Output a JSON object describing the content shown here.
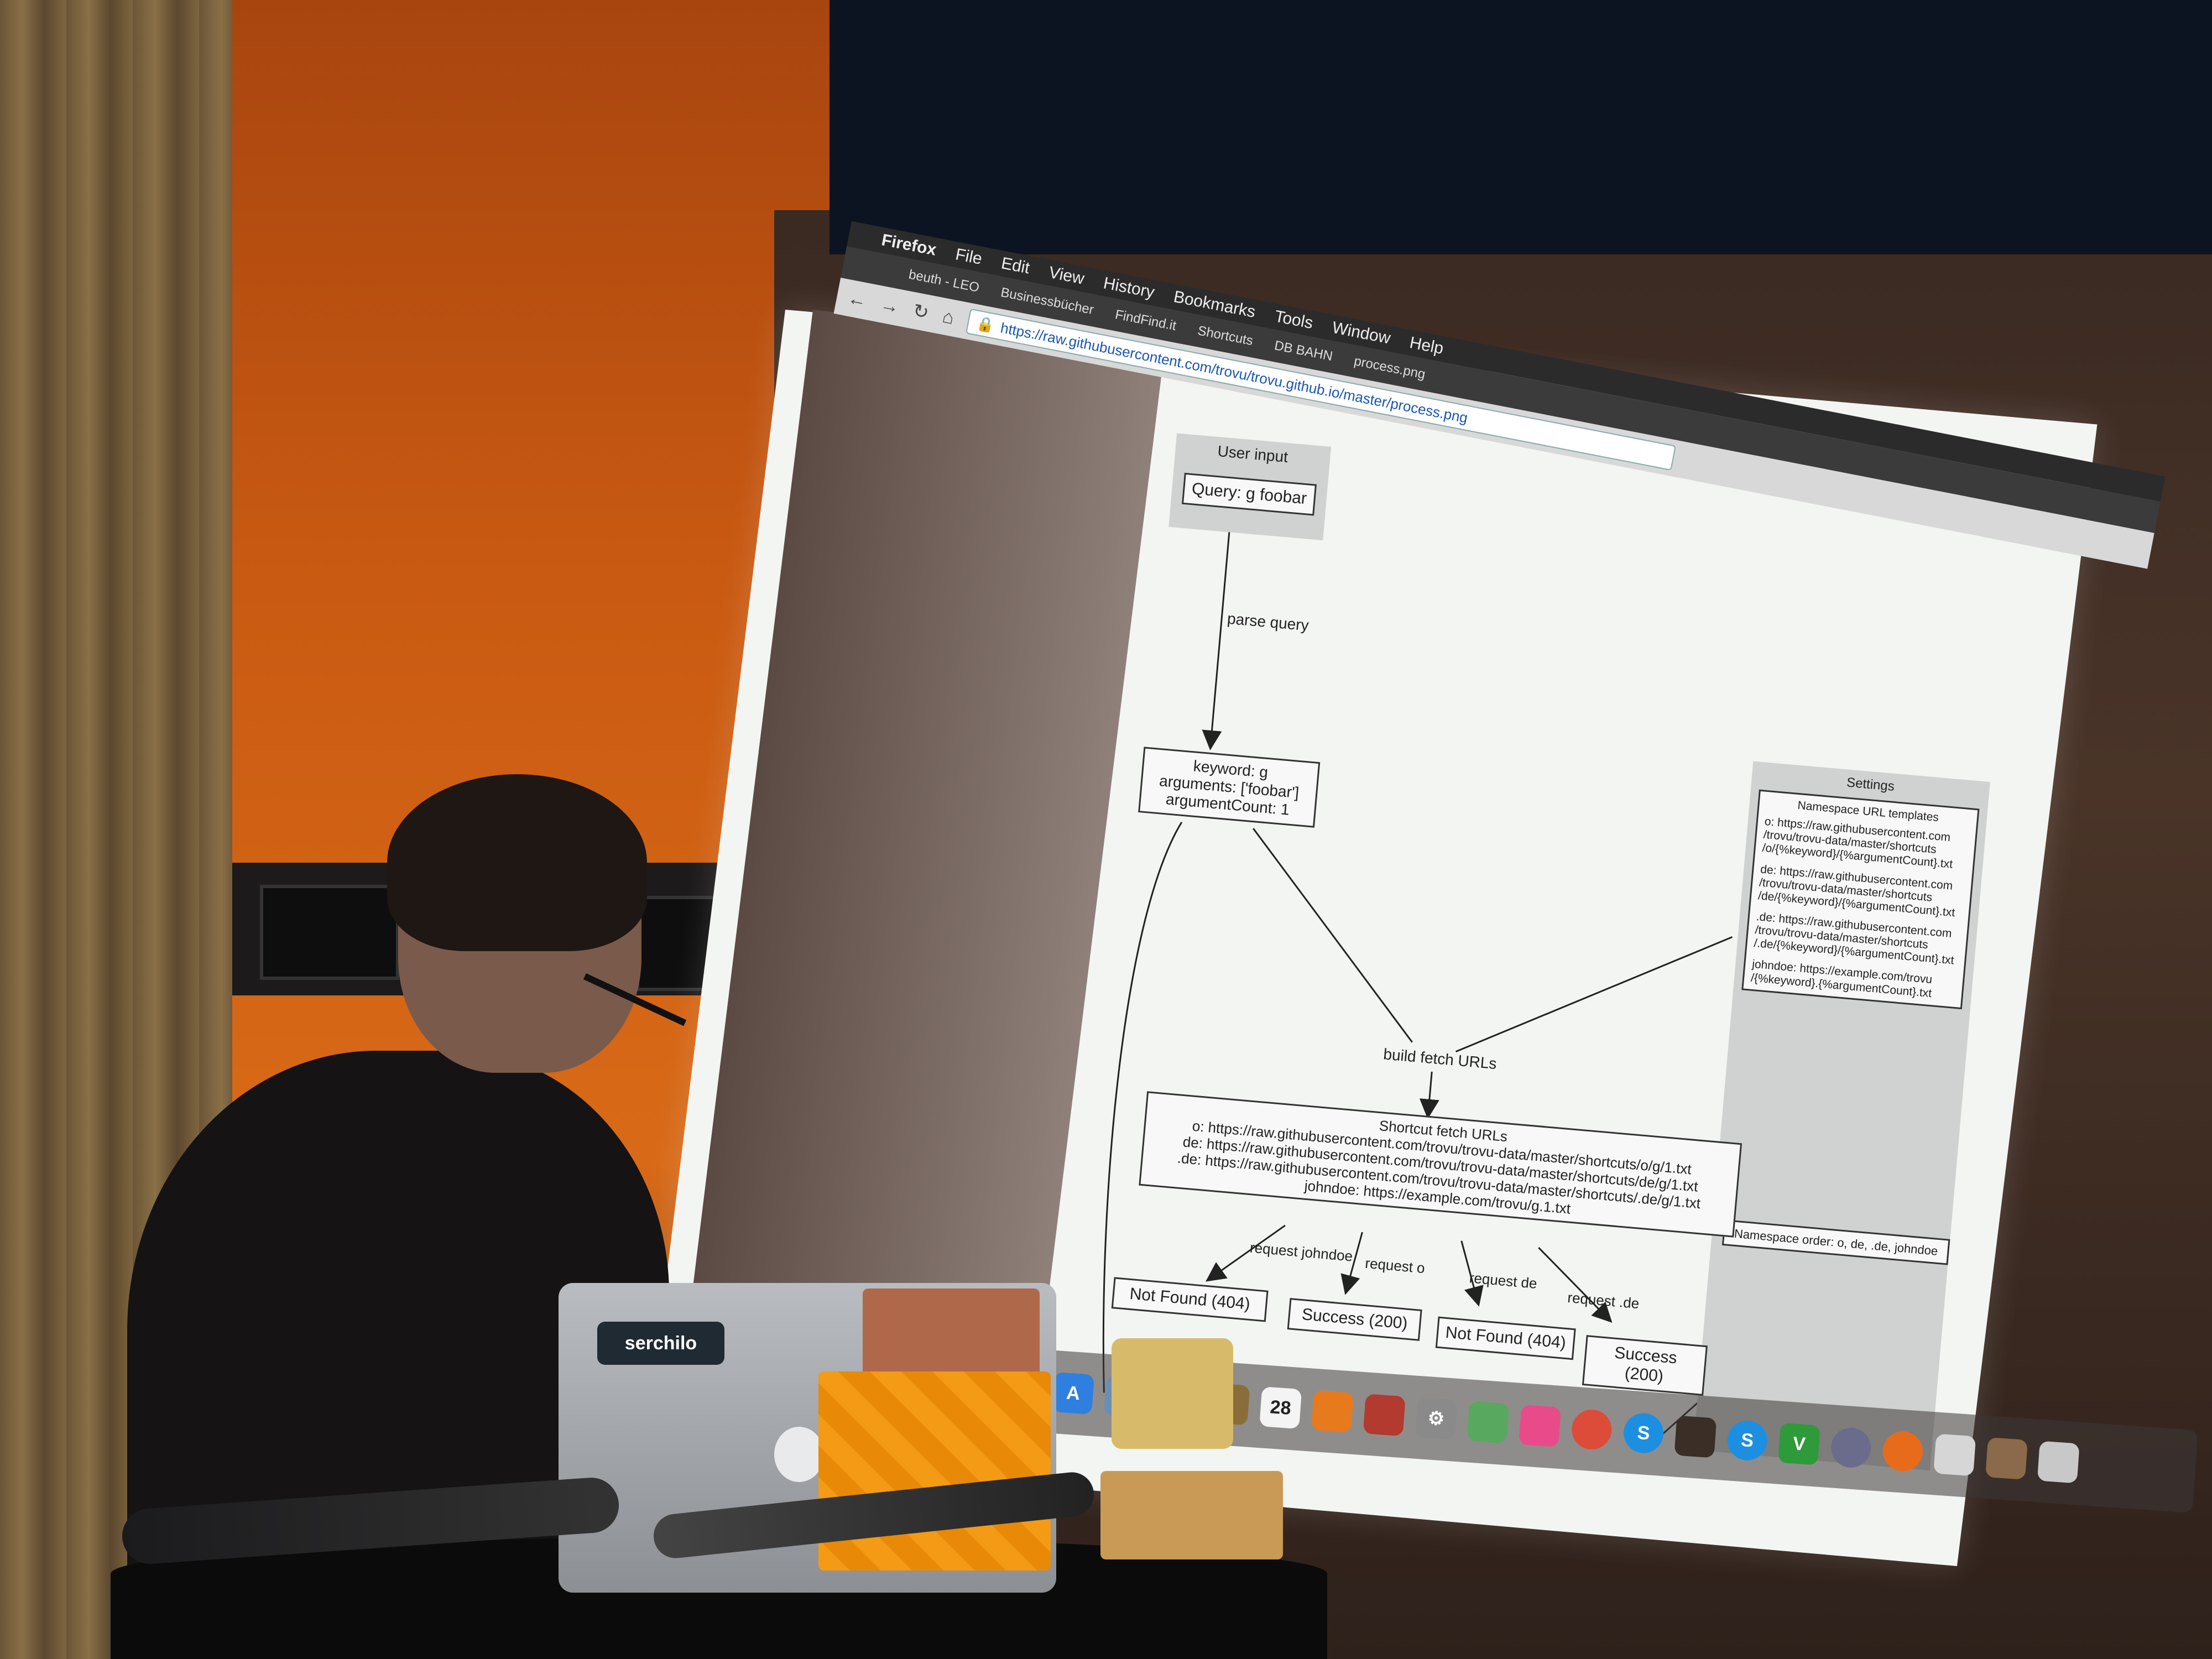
{
  "browser": {
    "menu": [
      "Firefox",
      "File",
      "Edit",
      "View",
      "History",
      "Bookmarks",
      "Tools",
      "Window",
      "Help"
    ],
    "tabs": [
      "beuth - LEO",
      "Businessbücher",
      "FindFind.it",
      "Shortcuts",
      "DB BAHN",
      "process.png"
    ],
    "url": "https://raw.githubusercontent.com/trovu/trovu.github.io/master/process.png"
  },
  "diagram": {
    "user_input_cluster": "User input",
    "query_node": "Query: g foobar",
    "parse_label": "parse query",
    "parsed_node": [
      "keyword: g",
      "arguments: ['foobar']",
      "argumentCount: 1"
    ],
    "settings_cluster": "Settings",
    "namespace_templates_title": "Namespace URL templates",
    "namespace_templates": [
      "o: https://raw.githubusercontent.com /trovu/trovu-data/master/shortcuts /o/{%keyword}/{%argumentCount}.txt",
      "de: https://raw.githubusercontent.com /trovu/trovu-data/master/shortcuts /de/{%keyword}/{%argumentCount}.txt",
      ".de: https://raw.githubusercontent.com /trovu/trovu-data/master/shortcuts /.de/{%keyword}/{%argumentCount}.txt",
      "johndoe: https://example.com/trovu /{%keyword}.{%argumentCount}.txt"
    ],
    "build_label": "build fetch URLs",
    "fetch_title": "Shortcut fetch URLs",
    "fetch_urls": [
      "o: https://raw.githubusercontent.com/trovu/trovu-data/master/shortcuts/o/g/1.txt",
      "de: https://raw.githubusercontent.com/trovu/trovu-data/master/shortcuts/de/g/1.txt",
      ".de: https://raw.githubusercontent.com/trovu/trovu-data/master/shortcuts/.de/g/1.txt",
      "johndoe: https://example.com/trovu/g.1.txt"
    ],
    "namespace_order": "Namespace order: o, de, .de, johndoe",
    "request_labels": [
      "request johndoe",
      "request o",
      "request de",
      "request .de"
    ],
    "results": [
      "Not Found (404)",
      "Success (200)",
      "Not Found (404)",
      "Success (200)"
    ]
  },
  "dock": {
    "calendar_day": "28",
    "icons": [
      "app-store-icon",
      "preview-icon",
      "facetime-icon",
      "notes-icon",
      "calendar-icon",
      "books-icon",
      "photo-booth-icon",
      "settings-icon",
      "maps-icon",
      "photos-icon",
      "chrome-icon",
      "skype-icon",
      "terminal-icon",
      "skype-icon",
      "vim-icon",
      "dictionary-icon",
      "firefox-icon",
      "script-icon",
      "folder-icon",
      "trash-icon"
    ]
  },
  "laptop": {
    "sticker": "serchilo"
  }
}
